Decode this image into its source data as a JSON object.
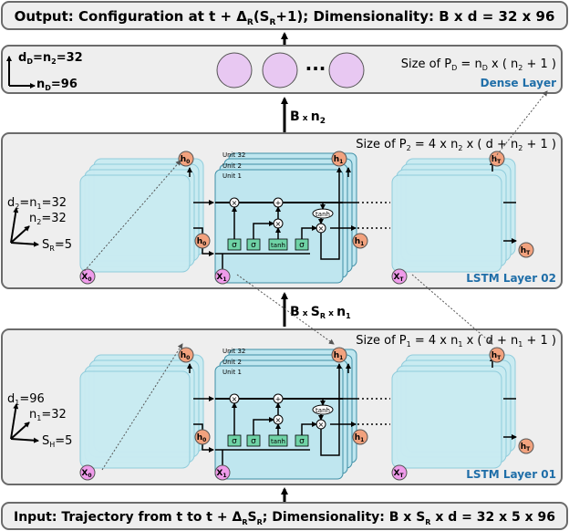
{
  "output_banner": {
    "parts": [
      "Output: Configuration at t + Δ",
      "R",
      "(S",
      "R",
      "+1); Dimensionality: B x d = 32 x 96"
    ]
  },
  "dense_layer": {
    "label": "Dense Layer",
    "size_parts": [
      "Size of P",
      "D",
      " = n",
      "D",
      " x ( n",
      "2",
      " + 1 )"
    ],
    "axis_y_parts": [
      "d",
      "D",
      "=n",
      "2",
      "=32"
    ],
    "axis_x_parts": [
      "n",
      "D",
      "=96"
    ],
    "ellipsis": "···"
  },
  "between_dense_lstm2": {
    "parts": [
      "B",
      " x ",
      "n",
      "2"
    ]
  },
  "lstm2": {
    "label": "LSTM Layer 02",
    "size_parts": [
      "Size of P",
      "2",
      " =  4 x n",
      "2",
      " x ( d + n",
      "2",
      " + 1 )"
    ],
    "axis_y_parts": [
      "d",
      "2",
      "=n",
      "1",
      "=32"
    ],
    "axis_z_parts": [
      "n",
      "2",
      "=32"
    ],
    "axis_x_parts": [
      "S",
      "R",
      "=5"
    ]
  },
  "between_lstm": {
    "parts": [
      "B",
      " x ",
      "S",
      "R",
      " x ",
      "n",
      "1"
    ]
  },
  "lstm1": {
    "label": "LSTM Layer 01",
    "size_parts": [
      "Size of P",
      "1",
      " =  4 x n",
      "1",
      " x ( d + n",
      "1",
      " + 1 )"
    ],
    "axis_y_parts": [
      "d",
      "1",
      "=96"
    ],
    "axis_z_parts": [
      "n",
      "1",
      "=32"
    ],
    "axis_x_parts": [
      "S",
      "H",
      "=5"
    ]
  },
  "input_banner": {
    "parts": [
      "Input: Trajectory from t to t + Δ",
      "R",
      "S",
      "R",
      "; Dimensionality: B x S",
      "R",
      " x d = 32 x 5 x 96"
    ]
  },
  "cell": {
    "units": [
      "Unit 32",
      "Unit 2",
      "Unit 1"
    ],
    "gates": [
      "σ",
      "σ",
      "tanh",
      "σ"
    ],
    "tanh_label": "tanh",
    "ops": [
      "×",
      "+",
      "×",
      "×"
    ]
  },
  "labels": {
    "h0": [
      "h",
      "0"
    ],
    "h1": [
      "h",
      "1"
    ],
    "hT": [
      "h",
      "T"
    ],
    "x0": [
      "X",
      "0"
    ],
    "x1": [
      "X",
      "1"
    ],
    "xT": [
      "X",
      "T"
    ]
  },
  "colors": {
    "frame": "#6b6b6b",
    "panel": "#eeeeee",
    "cell_fill": "#bfe6ef",
    "cell_stroke": "#4aa6bf",
    "gate_fill": "#6fd3a6",
    "neuron_fill": "#e8c8f2",
    "x_fill": "#ef9bea",
    "h_fill": "#f2a27e",
    "dense_label": "#1f6ea8",
    "lstm_label": "#1f6ea8"
  }
}
